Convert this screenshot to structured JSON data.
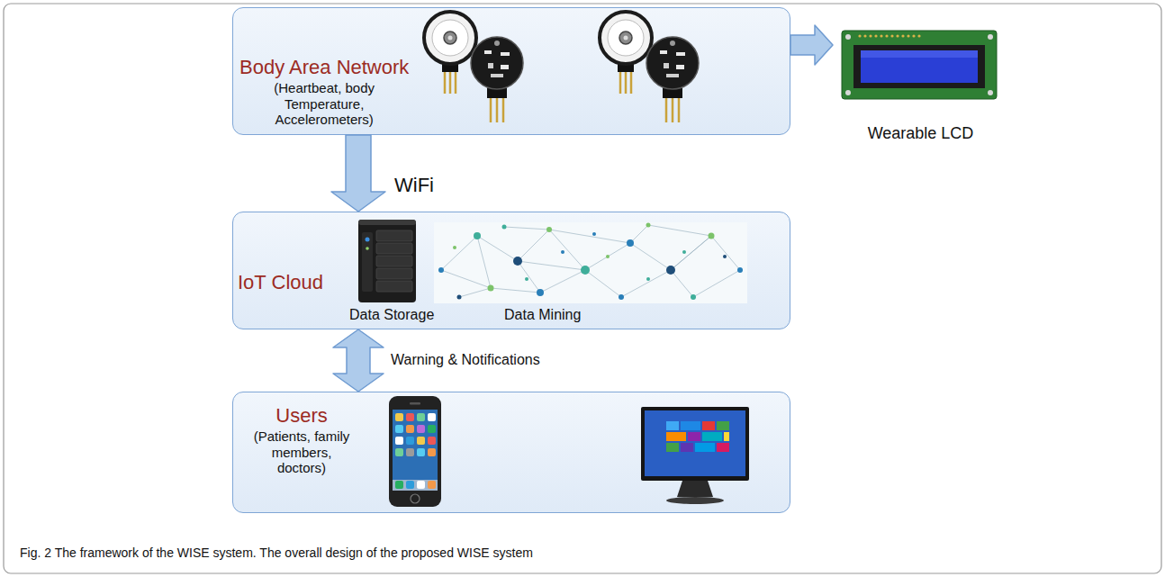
{
  "diagram": {
    "caption": "Fig. 2 The framework of the WISE system. The overall design of the proposed WISE system",
    "nodes": [
      {
        "text": [
          "Body Area Network",
          "(Heartbeat, body Temperature, Accelerometers)"
        ]
      },
      {
        "text": [
          "Wearable LCD"
        ]
      },
      {
        "text": [
          "IoT Cloud"
        ]
      },
      {
        "text": [
          "Users",
          "(Patients, family members, doctors)"
        ]
      }
    ],
    "edges": [
      {
        "from": 0,
        "to": 2,
        "label": "WiFi",
        "arrow": "to"
      },
      {
        "from": 0,
        "to": 1,
        "arrow": "to"
      },
      {
        "from": 2,
        "to": 3,
        "label": "Warning & Notifications",
        "arrow": "both"
      }
    ],
    "labels": [
      "Data Storage",
      "Data Mining"
    ]
  }
}
